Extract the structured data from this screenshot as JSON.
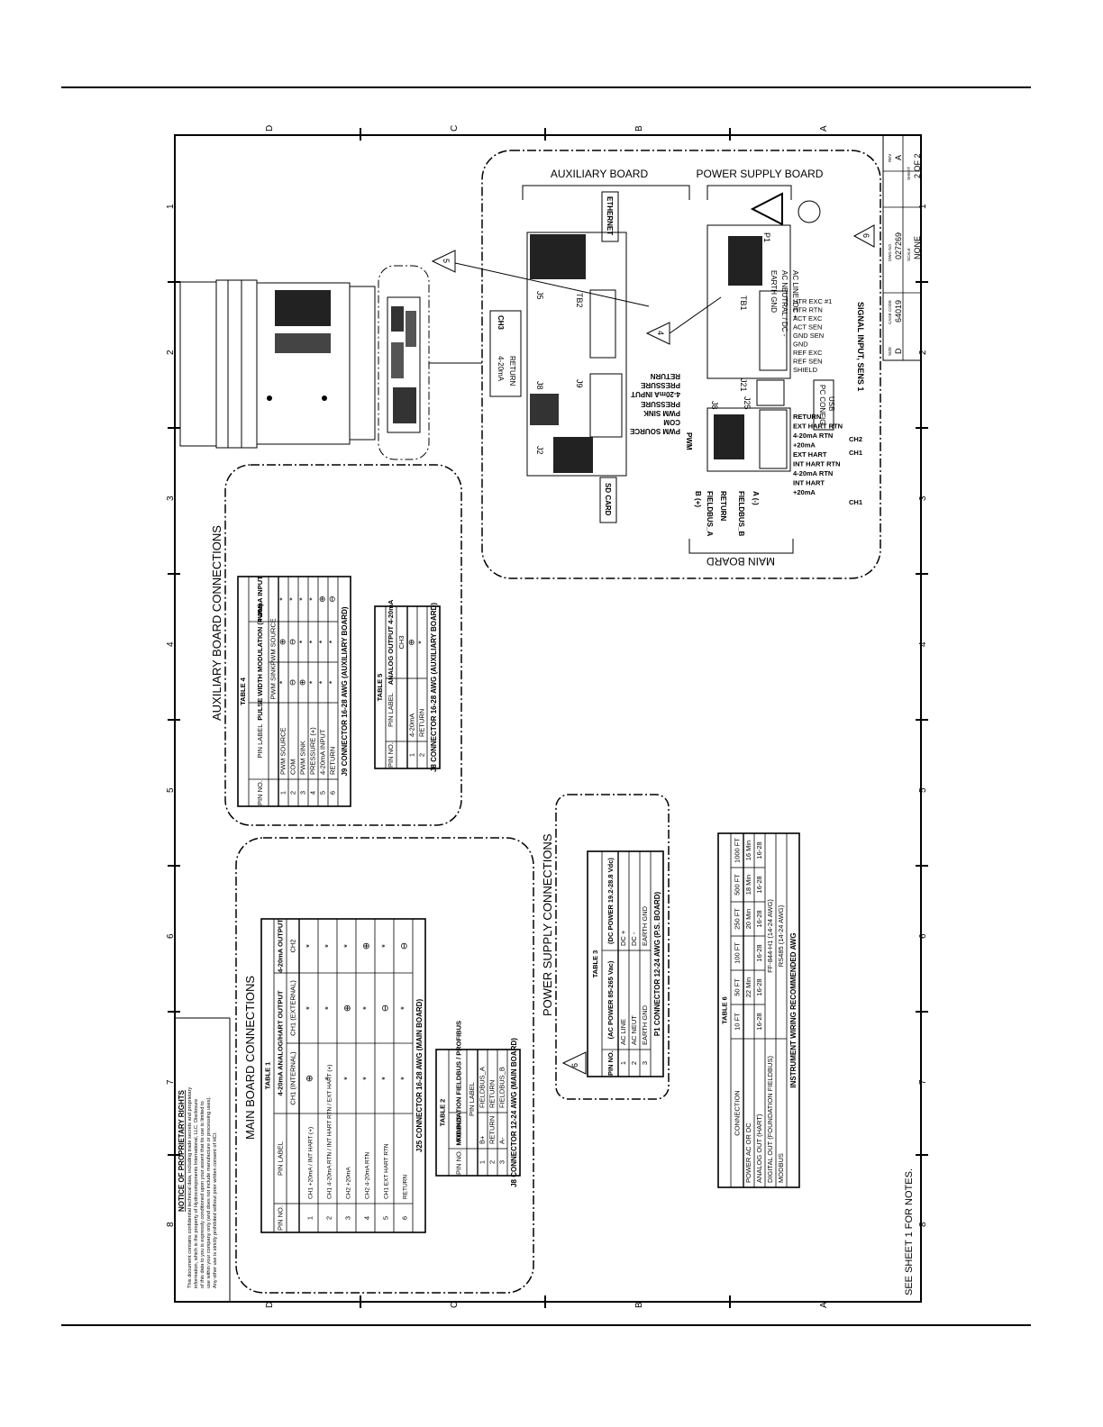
{
  "sheet": {
    "border_letters": [
      "D",
      "C",
      "B",
      "A"
    ],
    "border_numbers": [
      "1",
      "2",
      "3",
      "4",
      "5",
      "6",
      "7",
      "8"
    ],
    "notice_title": "NOTICE OF PROPRIETARY RIGHTS",
    "notice_lines": [
      "This document contains confidential technical data, including trade secrets and proprietary",
      "information, which is the property of Hydrocomponents International, LLC. Disclosure",
      "of this data to you is expressly conditioned upon your assent that its use is limited to",
      "use within your company only (and does not include manufacture or processing uses).",
      "Any other use is strictly prohibited without prior written consent of HCI."
    ],
    "see_notes": "SEE SHEET 1 FOR NOTES.",
    "title_block": {
      "size_label": "SIZE",
      "size": "D",
      "cage_label": "CAGE CODE",
      "cage": "64019",
      "dwg_label": "DWG NO",
      "dwg": "027269",
      "rev_label": "REV",
      "rev": "A",
      "scale_label": "SCALE",
      "scale": "NONE",
      "sheet_label": "SHEET",
      "sheet": "2 OF 2"
    }
  },
  "main_board_connections": {
    "heading": "MAIN BOARD CONNECTIONS",
    "table1": {
      "title": "TABLE 1",
      "header": [
        "PIN NO.",
        "PIN LABEL",
        "4-20mA ANALOG/HART OUTPUT",
        "4-20mA OUTPUT"
      ],
      "subheader": [
        "CH1 (INTERNAL)",
        "CH1 (EXTERNAL)",
        "CH2"
      ],
      "rows": [
        {
          "pin": "1",
          "group": "CH1",
          "label": "+20mA / INT HART (+)",
          "c1": "⊕",
          "c2": "*",
          "c3": "*"
        },
        {
          "pin": "2",
          "group": "CH1",
          "label": "4-20mA RTN / INT HART RTN / EXT HART (+)",
          "c1": "*",
          "c2": "*",
          "c3": "*"
        },
        {
          "pin": "3",
          "group": "CH2",
          "label": "+20mA",
          "c1": "*",
          "c2": "⊕",
          "c3": "*"
        },
        {
          "pin": "4",
          "group": "CH2",
          "label": "4-20mA RTN",
          "c1": "*",
          "c2": "*",
          "c3": "⊕"
        },
        {
          "pin": "5",
          "group": "CH1",
          "label": "EXT HART RTN",
          "c1": "*",
          "c2": "⊖",
          "c3": "*"
        },
        {
          "pin": "6",
          "group": "",
          "label": "RETURN",
          "c1": "*",
          "c2": "*",
          "c3": "⊖"
        }
      ],
      "footer": "J25 CONNECTOR 16-28 AWG (MAIN BOARD)"
    },
    "table2": {
      "title": "TABLE 2",
      "header": [
        "PIN NO.",
        "MODBUS",
        "FOUNDATION FIELDBUS / PROFIBUS"
      ],
      "subheader": [
        "PIN LABEL"
      ],
      "rows": [
        {
          "pin": "1",
          "a": "B+",
          "b": "FIELDBUS_A"
        },
        {
          "pin": "2",
          "a": "RETURN",
          "b": "RETURN"
        },
        {
          "pin": "3",
          "a": "A-",
          "b": "FIELDBUS_B"
        }
      ],
      "footer": "J8 CONNECTOR 12-24 AWG (MAIN BOARD)"
    }
  },
  "power_supply_connections": {
    "heading": "POWER SUPPLY CONNECTIONS",
    "table3": {
      "title": "TABLE 3",
      "header": [
        "PIN NO.",
        "(AC POWER 85-265 Vac)",
        "(DC POWER 19.2-28.8 Vdc)"
      ],
      "rows": [
        {
          "pin": "1",
          "ac": "AC LINE",
          "dc": "DC +"
        },
        {
          "pin": "2",
          "ac": "AC NEUT",
          "dc": "DC -"
        },
        {
          "pin": "3",
          "ac": "EARTH GND",
          "dc": "EARTH GND"
        }
      ],
      "footer": "P1 CONNECTOR 12-24 AWG (P.S. BOARD)",
      "note": "6"
    }
  },
  "auxiliary_board_connections": {
    "heading": "AUXILIARY BOARD CONNECTIONS",
    "table4": {
      "title": "TABLE 4",
      "header": [
        "PIN NO.",
        "PIN LABEL",
        "PULSE WIDTH MODULATION (PWM)",
        "4-20mA INPUT"
      ],
      "subheader": [
        "PWM SINK",
        "PWM SOURCE"
      ],
      "rows": [
        {
          "pin": "1",
          "label": "PWM SOURCE",
          "a": "*",
          "b": "⊕",
          "c": "*"
        },
        {
          "pin": "2",
          "label": "COM",
          "a": "⊖",
          "b": "⊖",
          "c": "*"
        },
        {
          "pin": "3",
          "label": "PWM SINK",
          "a": "⊕",
          "b": "*",
          "c": "*"
        },
        {
          "pin": "4",
          "label": "PRESSURE (+)",
          "a": "*",
          "b": "*",
          "c": "*"
        },
        {
          "pin": "5",
          "label": "4-20mA INPUT",
          "a": "*",
          "b": "*",
          "c": "⊕"
        },
        {
          "pin": "6",
          "label": "RETURN",
          "a": "*",
          "b": "*",
          "c": "⊖"
        }
      ],
      "footer": "J9 CONNECTOR 16-28 AWG (AUXILIARY BOARD)"
    },
    "table5": {
      "title": "TABLE 5",
      "header": [
        "PIN NO.",
        "PIN LABEL",
        "ANALOG OUTPUT 4-20mA"
      ],
      "subheader": [
        "CH3"
      ],
      "rows": [
        {
          "pin": "1",
          "label": "4-20mA",
          "a": "⊕"
        },
        {
          "pin": "2",
          "label": "RETURN",
          "a": "*"
        }
      ],
      "footer": "J8 CONNECTOR 16-28 AWG (AUXILIARY BOARD)"
    }
  },
  "table6": {
    "title": "TABLE 6",
    "header": [
      "CONNECTION",
      "10 FT",
      "50 FT",
      "100 FT",
      "250 FT",
      "500 FT",
      "1000 FT"
    ],
    "rows": [
      {
        "conn": "POWER AC OR DC",
        "v": [
          "",
          "22 Min",
          "",
          "20 Min",
          "18 Min",
          "16 Min"
        ]
      },
      {
        "conn": "ANALOG OUT (HART)",
        "v": [
          "16-28",
          "16-28",
          "16-28",
          "16-28",
          "16-28",
          "16-28"
        ]
      },
      {
        "conn": "DIGITAL OUT (FOUNDATION FIELDBUS)",
        "v": [
          "FF-844-H1 (14-24 AWG)"
        ]
      },
      {
        "conn": "MODBUS",
        "v": [
          "RS485 (14-24 AWG)"
        ]
      }
    ],
    "footer": "INSTRUMENT WIRING RECOMMENDED AWG"
  },
  "board_diagram": {
    "auxiliary_board": "AUXILIARY BOARD",
    "power_supply_board": "POWER SUPPLY BOARD",
    "main_board": "MAIN BOARD",
    "ethernet": "ETHERNET",
    "sd_card": "SD CARD",
    "pc_config": "PC CONFIG",
    "usb": "USB",
    "pwm": "PWM",
    "signal_input": "SIGNAL INPUT, SENS 1",
    "refs": {
      "j5": "J5",
      "tb2": "TB2",
      "j8": "J8",
      "j9": "J9",
      "j2": "J2",
      "p1": "P1",
      "tb1": "TB1",
      "j21": "J21",
      "j25": "J25",
      "j8m": "J8"
    },
    "ch3_block": {
      "ch": "CH3",
      "lines": [
        "4-20mA",
        "RETURN"
      ]
    },
    "j9_labels": [
      "PWM SOURCE",
      "COM",
      "PWM SINK",
      "PRESSURE",
      "4-20mA INPUT",
      "PRESSURE",
      "RETURN"
    ],
    "p1_labels": [
      "AC LINE /DC +",
      "AC NEUTRAL / DC -",
      "EARTH GND"
    ],
    "tb1_labels": [
      "HTR EXC #1",
      "HTR RTN",
      "ACT EXC",
      "ACT SEN",
      "GND SEN",
      "GND",
      "REF EXC",
      "REF SEN",
      "SHIELD"
    ],
    "j25_labels": [
      "RETURN",
      "EXT HART RTN",
      "4-20mA RTN",
      "+20mA",
      "EXT HART",
      "INT HART RTN",
      "4-20mA RTN",
      "INT HART",
      "+20mA"
    ],
    "ch_tags": [
      "CH2",
      "CH1",
      "CH1"
    ],
    "fieldbus": [
      "B (+)",
      "FIELDBUS_A",
      "RETURN",
      "FIELDBUS_B",
      "A (-)"
    ],
    "notes": [
      "5",
      "4",
      "6"
    ]
  }
}
